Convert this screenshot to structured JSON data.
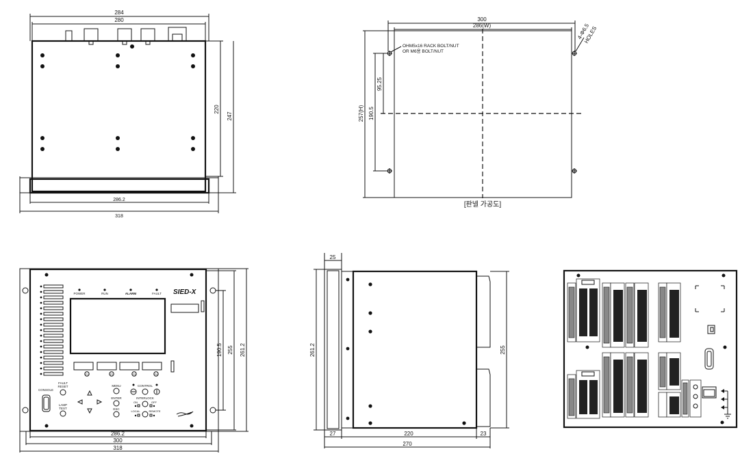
{
  "top_left": {
    "dim_top_outer": "284",
    "dim_top_inner": "280",
    "dim_right_inner": "220",
    "dim_right_outer": "247",
    "dim_bottom_inner": "286.2",
    "dim_bottom_outer": "318"
  },
  "top_right": {
    "dim_top_outer": "300",
    "dim_top_inner": "286(W)",
    "holes_count": "4-Φ6.5",
    "holes_label": "HOLES",
    "note_line1": "OHM5x16 RACK BOLT/NUT",
    "note_line2": "OR M6용 BOLT/NUT",
    "dim_left_outer": "257(H)",
    "dim_left_inner": "190.5",
    "dim_left_half": "95.25",
    "caption": "[판넬 가공도]"
  },
  "front": {
    "power": "POWER",
    "run": "RUN",
    "alarm": "ALARM",
    "fault": "FAULT",
    "logo": "SIED-X",
    "fault_reset_1": "FAULT",
    "fault_reset_2": "RESET",
    "console": "CONSOLE",
    "lamp_test_1": "LAMP",
    "lamp_test_2": "TEST",
    "menu": "MENU",
    "enter": "ENTER",
    "esc": "ESC",
    "control": "CONTROL",
    "interlock": "INTERLOCK",
    "on": "ON",
    "off": "OFF",
    "local": "LOCAL",
    "remote": "REMOTE",
    "f1": "F1",
    "f2": "F2",
    "f3": "F3",
    "f4": "F4",
    "dim_right_inner": "190.5",
    "dim_right_mid": "255",
    "dim_right_outer": "261.2",
    "dim_bottom_1": "286.2",
    "dim_bottom_2": "300",
    "dim_bottom_3": "318"
  },
  "side": {
    "dim_top": "25",
    "dim_left": "261.2",
    "dim_right": "255",
    "dim_b1": "27",
    "dim_b2": "220",
    "dim_b3": "23",
    "dim_bottom": "270"
  }
}
